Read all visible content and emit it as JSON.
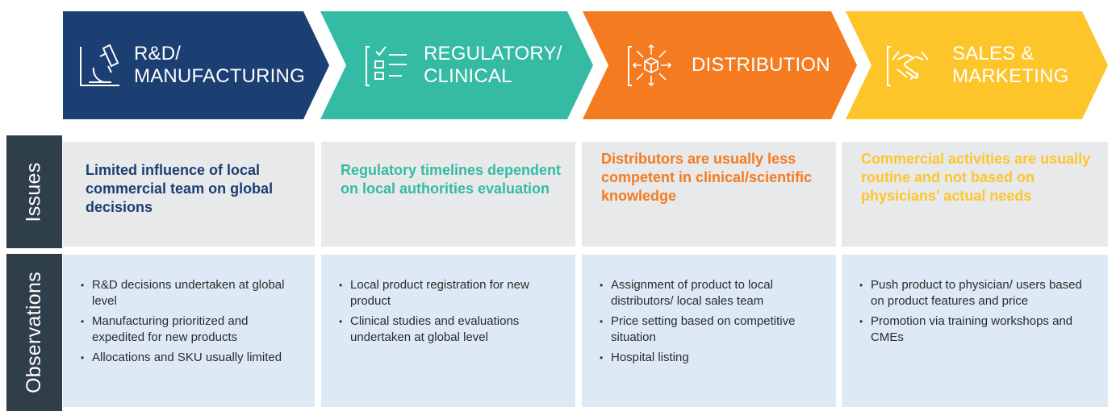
{
  "colors": {
    "navy": "#1b3f72",
    "teal": "#35bba3",
    "orange": "#f47b20",
    "yellow": "#fdc52a",
    "side_tab": "#2f3f4a",
    "issue_bg": "#e8e9eb",
    "obs_bg": "#ddeaf5"
  },
  "stages": [
    {
      "title": "R&D/\nMANUFACTURING",
      "icon": "microscope-icon"
    },
    {
      "title": "REGULATORY/\nCLINICAL",
      "icon": "checklist-icon"
    },
    {
      "title": "DISTRIBUTION",
      "icon": "distribution-box-icon"
    },
    {
      "title": "SALES &\nMARKETING",
      "icon": "handshake-icon"
    }
  ],
  "rows": {
    "issues_label": "Issues",
    "observations_label": "Observations"
  },
  "issues": [
    "Limited influence of local commercial team on global decisions",
    "Regulatory timelines dependent on local authorities evaluation",
    "Distributors are usually less competent in clinical/scientific knowledge",
    "Commercial activities are usually routine and not based on physicians' actual needs"
  ],
  "observations": [
    [
      "R&D decisions undertaken at global level",
      "Manufacturing prioritized and expedited for new products",
      "Allocations and SKU usually limited"
    ],
    [
      "Local product registration for new product",
      "Clinical studies and evaluations undertaken at global level"
    ],
    [
      "Assignment of product to local distributors/ local sales team",
      "Price setting based on competitive situation",
      "Hospital listing"
    ],
    [
      "Push product to physician/ users based on product features and price",
      "Promotion via training workshops and CMEs"
    ]
  ]
}
